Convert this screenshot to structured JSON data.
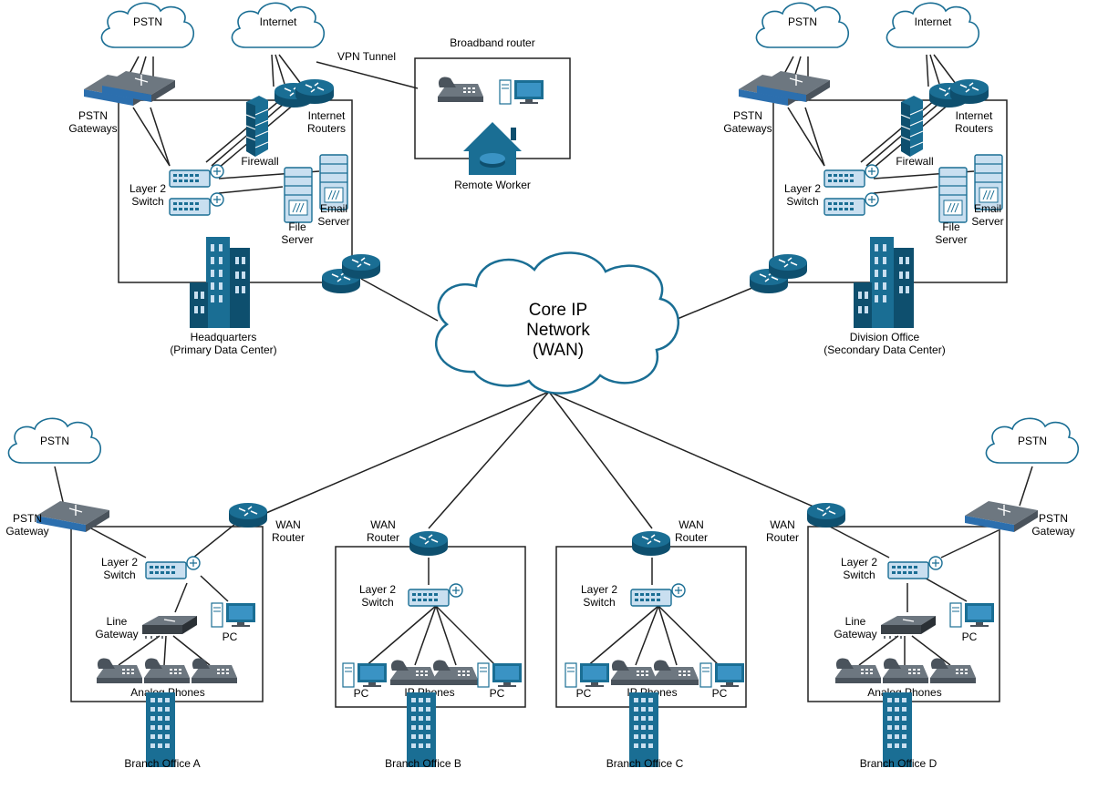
{
  "core": {
    "line1": "Core IP",
    "line2": "Network",
    "line3": "(WAN)"
  },
  "hq": {
    "pstn": "PSTN",
    "internet": "Internet",
    "gateways": [
      "PSTN",
      "Gateways"
    ],
    "routers": [
      "Internet",
      "Routers"
    ],
    "firewall": "Firewall",
    "switch": [
      "Layer 2",
      "Switch"
    ],
    "file_server": [
      "File",
      "Server"
    ],
    "email_server": [
      "Email",
      "Server"
    ],
    "caption": [
      "Headquarters",
      "(Primary Data Center)"
    ]
  },
  "vpn_tunnel": "VPN Tunnel",
  "remote": {
    "title": "Broadband router",
    "caption": "Remote Worker"
  },
  "division": {
    "pstn": "PSTN",
    "internet": "Internet",
    "gateways": [
      "PSTN",
      "Gateways"
    ],
    "routers": [
      "Internet",
      "Routers"
    ],
    "firewall": "Firewall",
    "switch": [
      "Layer 2",
      "Switch"
    ],
    "file_server": [
      "File",
      "Server"
    ],
    "email_server": [
      "Email",
      "Server"
    ],
    "caption": [
      "Division Office",
      "(Secondary Data Center)"
    ]
  },
  "branch_a": {
    "pstn": "PSTN",
    "gateway": [
      "PSTN",
      "Gateway"
    ],
    "router": [
      "WAN",
      "Router"
    ],
    "switch": [
      "Layer 2",
      "Switch"
    ],
    "line_gateway": [
      "Line",
      "Gateway"
    ],
    "pc": "PC",
    "phones": "Analog Phones",
    "caption": "Branch Office A"
  },
  "branch_b": {
    "router": [
      "WAN",
      "Router"
    ],
    "switch": [
      "Layer 2",
      "Switch"
    ],
    "pc_left": "PC",
    "pc_right": "PC",
    "phones": "IP Phones",
    "caption": "Branch Office B"
  },
  "branch_c": {
    "router": [
      "WAN",
      "Router"
    ],
    "switch": [
      "Layer 2",
      "Switch"
    ],
    "pc_left": "PC",
    "pc_right": "PC",
    "phones": "IP Phones",
    "caption": "Branch Office C"
  },
  "branch_d": {
    "pstn": "PSTN",
    "gateway": [
      "PSTN",
      "Gateway"
    ],
    "router": [
      "WAN",
      "Router"
    ],
    "switch": [
      "Layer 2",
      "Switch"
    ],
    "line_gateway": [
      "Line",
      "Gateway"
    ],
    "pc": "PC",
    "phones": "Analog Phones",
    "caption": "Branch Office D"
  },
  "colors": {
    "device_blue": "#1a6e94",
    "device_dark": "#0e4f6e",
    "light_blue": "#c9dff0",
    "line": "#222222"
  },
  "icons": [
    "cloud-icon",
    "router-icon",
    "switch-icon",
    "pstn-gateway-icon",
    "firewall-icon",
    "server-icon",
    "building-icon",
    "phone-icon",
    "pc-icon",
    "house-icon",
    "line-gateway-icon"
  ]
}
